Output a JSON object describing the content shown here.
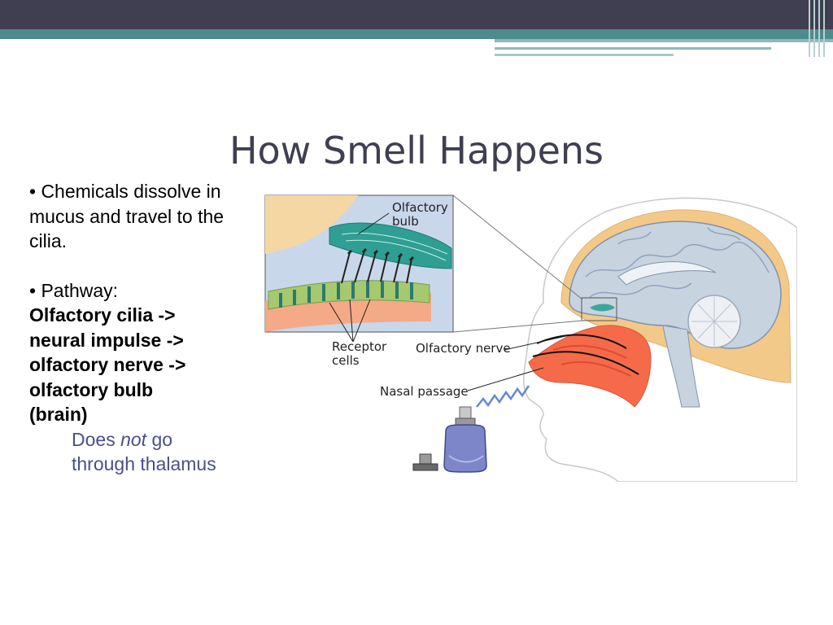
{
  "slide": {
    "title": "How Smell Happens"
  },
  "bullets": {
    "bullet1": "•  Chemicals dissolve in mucus and travel to the cilia.",
    "bullet2_label": "•  Pathway:",
    "bullet2_steps": [
      "Olfactory cilia ->",
      "neural impulse ->",
      "olfactory nerve ->",
      "olfactory bulb",
      "(brain)"
    ],
    "note_prefix": "Does ",
    "note_emphasis": "not",
    "note_suffix": " go through thalamus"
  },
  "diagram": {
    "labels": {
      "olfactory_bulb_line1": "Olfactory",
      "olfactory_bulb_line2": "bulb",
      "receptor_cells_line1": "Receptor",
      "receptor_cells_line2": "cells",
      "olfactory_nerve": "Olfactory nerve",
      "nasal_passage": "Nasal passage"
    }
  },
  "colors": {
    "header": "#3f3f51",
    "accent": "#4d8b8e",
    "note_text": "#4a4f8c"
  }
}
